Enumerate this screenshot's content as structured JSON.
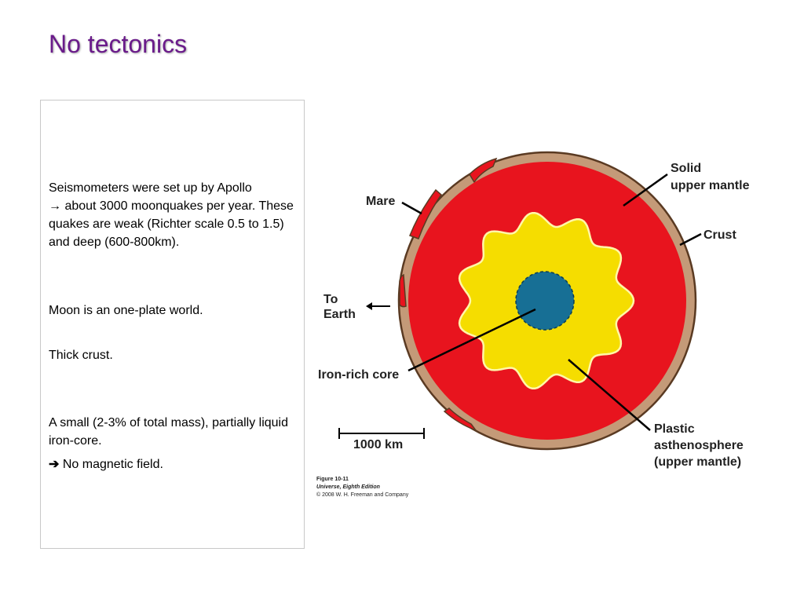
{
  "slide": {
    "title": "No tectonics"
  },
  "text_box": {
    "p1_line1": "Seismometers were set up by Apollo",
    "p1_arrow": "→",
    "p1_rest": " about 3000 moonquakes per year. These quakes are weak (Richter scale 0.5 to 1.5) and deep (600-800km).",
    "p2": "Moon is an one-plate world.",
    "p3": "Thick crust.",
    "p4": "A small (2-3% of total mass), partially liquid iron-core.",
    "p5_arrow": "➔",
    "p5_text": " No magnetic field."
  },
  "diagram": {
    "label_solid_line1": "Solid",
    "label_solid_line2": "upper mantle",
    "label_mare": "Mare",
    "label_crust": "Crust",
    "label_earth_line1": "To",
    "label_earth_line2": "Earth",
    "label_core": "Iron-rich core",
    "label_plastic_line1": "Plastic",
    "label_plastic_line2": "asthenosphere",
    "label_plastic_line3": "(upper mantle)",
    "scale_label": "1000 km",
    "colors": {
      "crust": "#c49a78",
      "mantle": "#e8141e",
      "asthenosphere": "#f5dd00",
      "core": "#176f95"
    }
  },
  "caption": {
    "figure": "Figure 10-11",
    "book": "Universe, Eighth Edition",
    "copyright": "© 2008 W. H. Freeman and Company"
  }
}
